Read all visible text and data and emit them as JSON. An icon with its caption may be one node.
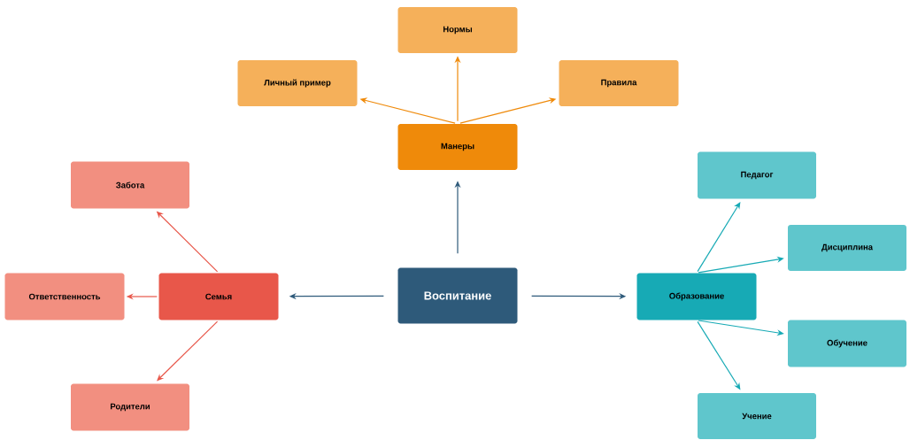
{
  "diagram": {
    "nodes": [
      {
        "text": [
          "Нормы"
        ]
      },
      {
        "text": [
          "Личный пример"
        ]
      },
      {
        "text": [
          "Правила"
        ]
      },
      {
        "text": [
          "Манеры"
        ]
      },
      {
        "text": [
          "Забота"
        ]
      },
      {
        "text": [
          "Педагог"
        ]
      },
      {
        "text": [
          "Дисциплина"
        ]
      },
      {
        "text": [
          "Ответственность"
        ]
      },
      {
        "text": [
          "Семья"
        ]
      },
      {
        "text": [
          "Воспитание"
        ]
      },
      {
        "text": [
          "Образование"
        ]
      },
      {
        "text": [
          "Обучение"
        ]
      },
      {
        "text": [
          "Родители"
        ]
      },
      {
        "text": [
          "Учение"
        ]
      }
    ],
    "edges": [
      {
        "from": 9,
        "to": 3,
        "arrow": "to",
        "color": "#2e5a7a"
      },
      {
        "from": 9,
        "to": 8,
        "arrow": "to",
        "color": "#2e5a7a"
      },
      {
        "from": 9,
        "to": 10,
        "arrow": "to",
        "color": "#2e5a7a"
      },
      {
        "from": 3,
        "to": 1,
        "arrow": "to",
        "color": "#ef8a0a"
      },
      {
        "from": 3,
        "to": 0,
        "arrow": "to",
        "color": "#ef8a0a"
      },
      {
        "from": 3,
        "to": 2,
        "arrow": "to",
        "color": "#ef8a0a"
      },
      {
        "from": 8,
        "to": 4,
        "arrow": "to",
        "color": "#e8574a"
      },
      {
        "from": 8,
        "to": 7,
        "arrow": "to",
        "color": "#e8574a"
      },
      {
        "from": 8,
        "to": 12,
        "arrow": "to",
        "color": "#e8574a"
      },
      {
        "from": 10,
        "to": 5,
        "arrow": "to",
        "color": "#17aab5"
      },
      {
        "from": 10,
        "to": 6,
        "arrow": "to",
        "color": "#17aab5"
      },
      {
        "from": 10,
        "to": 11,
        "arrow": "to",
        "color": "#17aab5"
      },
      {
        "from": 10,
        "to": 13,
        "arrow": "to",
        "color": "#17aab5"
      }
    ]
  }
}
